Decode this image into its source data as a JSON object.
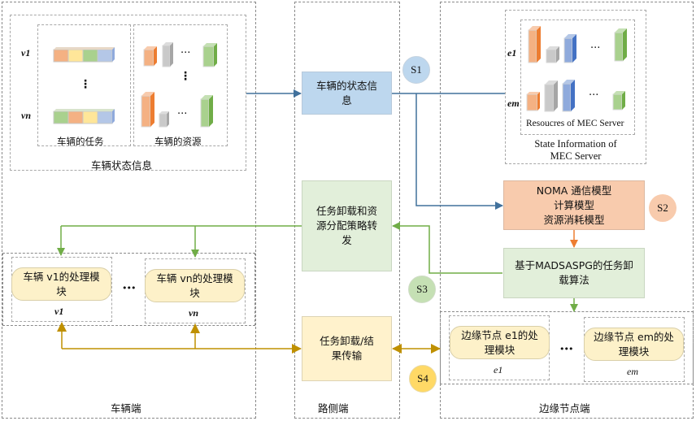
{
  "colors": {
    "blue_line": "#41719c",
    "green_line": "#70ad47",
    "orange_line": "#ed7d31",
    "gold_line": "#bf9000",
    "blue_fill": "#bdd7ee",
    "green_fill": "#e2efda",
    "orange_fill": "#f8cbad",
    "yellow_fill": "#fff2cc"
  },
  "vehicle_side": {
    "title": "车辆端",
    "state_info_title": "车辆状态信息",
    "tasks_label": "车辆的任务",
    "resources_label": "车辆的资源",
    "v1_label": "v1",
    "vn_label": "vn",
    "vdots": "⋮",
    "hdots": "···",
    "modules": [
      {
        "text": "车辆 v1的处理模块",
        "sub": "v1"
      },
      {
        "text": "车辆 vn的处理模块",
        "sub": "vn"
      }
    ],
    "module_dots": "•••"
  },
  "roadside": {
    "title": "路侧端",
    "state_box": "车辆的状态信息",
    "strategy_box": "任务卸载和资源分配策略转发",
    "transfer_box": "任务卸载/结果传输"
  },
  "edge_side": {
    "title": "边缘节点端",
    "mec_state_title": "State Information of MEC Server",
    "mec_resources_label": "Resoucres of MEC Server",
    "e1_label": "e1",
    "em_label": "em",
    "hdots": "···",
    "model_box": [
      "NOMA 通信模型",
      "计算模型",
      "资源消耗模型"
    ],
    "algo_box": "基于MADSASPG的任务卸载算法",
    "modules": [
      {
        "text": "边缘节点 e1的处理模块",
        "sub": "e1"
      },
      {
        "text": "边缘节点 em的处理模块",
        "sub": "em"
      }
    ],
    "module_dots": "•••"
  },
  "steps": [
    "S1",
    "S2",
    "S3",
    "S4"
  ]
}
